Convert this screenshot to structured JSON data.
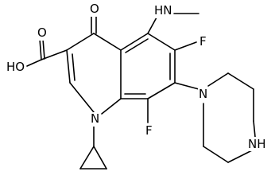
{
  "labels": {
    "carboxyl_oh": "HO",
    "carboxyl_o": "O",
    "ketone_o": "O",
    "methylamino": "HN",
    "fluoro_6": "F",
    "fluoro_8": "F",
    "ring_n": "N",
    "piperazine_n_attach": "N",
    "piperazine_nh": "NH"
  }
}
